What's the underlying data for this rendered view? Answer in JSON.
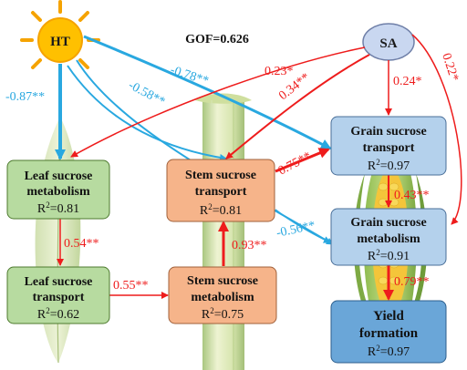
{
  "gof": "GOF=0.626",
  "nodes": {
    "ht": "HT",
    "sa": "SA",
    "leaf_metab": {
      "line1": "Leaf sucrose",
      "line2": "metabolism",
      "r2": "0.81"
    },
    "leaf_trans": {
      "line1": "Leaf sucrose",
      "line2": "transport",
      "r2": "0.62"
    },
    "stem_trans": {
      "line1": "Stem sucrose",
      "line2": "transport",
      "r2": "0.81"
    },
    "stem_metab": {
      "line1": "Stem sucrose",
      "line2": "metabolism",
      "r2": "0.75"
    },
    "grain_trans": {
      "line1": "Grain sucrose",
      "line2": "transport",
      "r2": "0.97"
    },
    "grain_metab": {
      "line1": "Grain sucrose",
      "line2": "metabolism",
      "r2": "0.91"
    },
    "yield": {
      "line1": "Yield",
      "line2": "formation",
      "r2": "0.97"
    }
  },
  "r2_prefix": "R",
  "r2_sup": "2",
  "r2_eq": "=",
  "coefficients": {
    "ht_leaf_metab": "-0.87**",
    "ht_stem_trans": "-0.58**",
    "ht_grain_trans": "-0.78**",
    "sa_leaf_metab": "0.23*",
    "sa_stem_trans": "0.34**",
    "sa_grain_trans": "0.24*",
    "sa_grain_metab": "0.22*",
    "leaf_metab_leaf_trans": "0.54**",
    "leaf_trans_stem_metab": "0.55**",
    "stem_metab_stem_trans": "0.93**",
    "stem_trans_grain_trans": "0.75**",
    "stem_trans_grain_metab": "-0.56**",
    "grain_trans_grain_metab": "0.43**",
    "grain_metab_yield": "0.79**"
  },
  "colors": {
    "positive": "#ee1c1c",
    "negative": "#29a8e0",
    "leaf_box": "#b7dba0",
    "stem_box": "#f6b48a",
    "grain_box": "#b4d1ec",
    "yield_box": "#6aa6d8",
    "sa_node": "#c9d7f0",
    "sun": "#ffc000"
  }
}
